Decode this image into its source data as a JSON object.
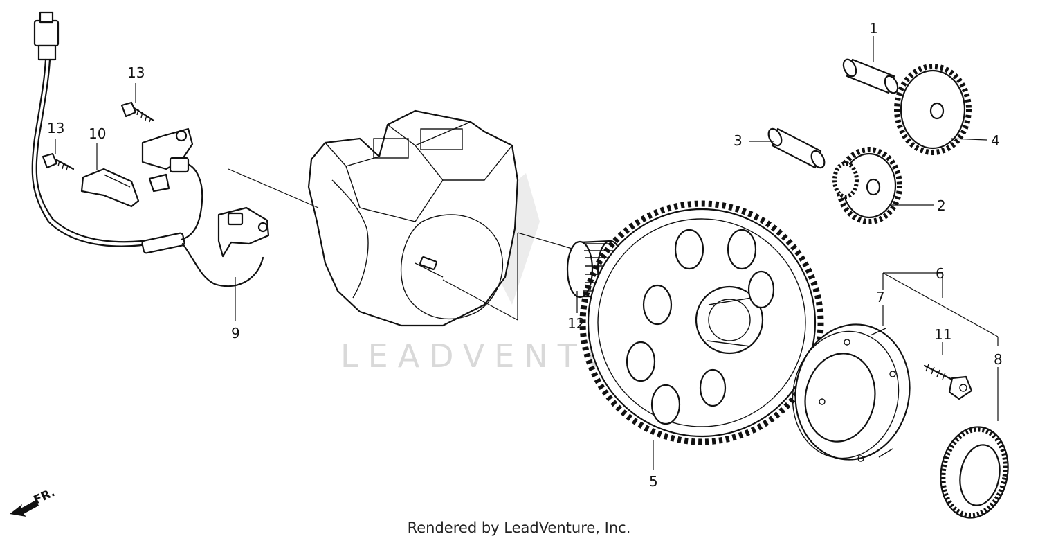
{
  "callouts": {
    "c1": "1",
    "c2": "2",
    "c3": "3",
    "c4": "4",
    "c5": "5",
    "c6": "6",
    "c7": "7",
    "c8": "8",
    "c9": "9",
    "c10": "10",
    "c11": "11",
    "c12": "12",
    "c13a": "13",
    "c13b": "13"
  },
  "watermark": "LEADVENTURE",
  "front_arrow": "FR.",
  "footer": "Rendered by LeadVenture, Inc."
}
